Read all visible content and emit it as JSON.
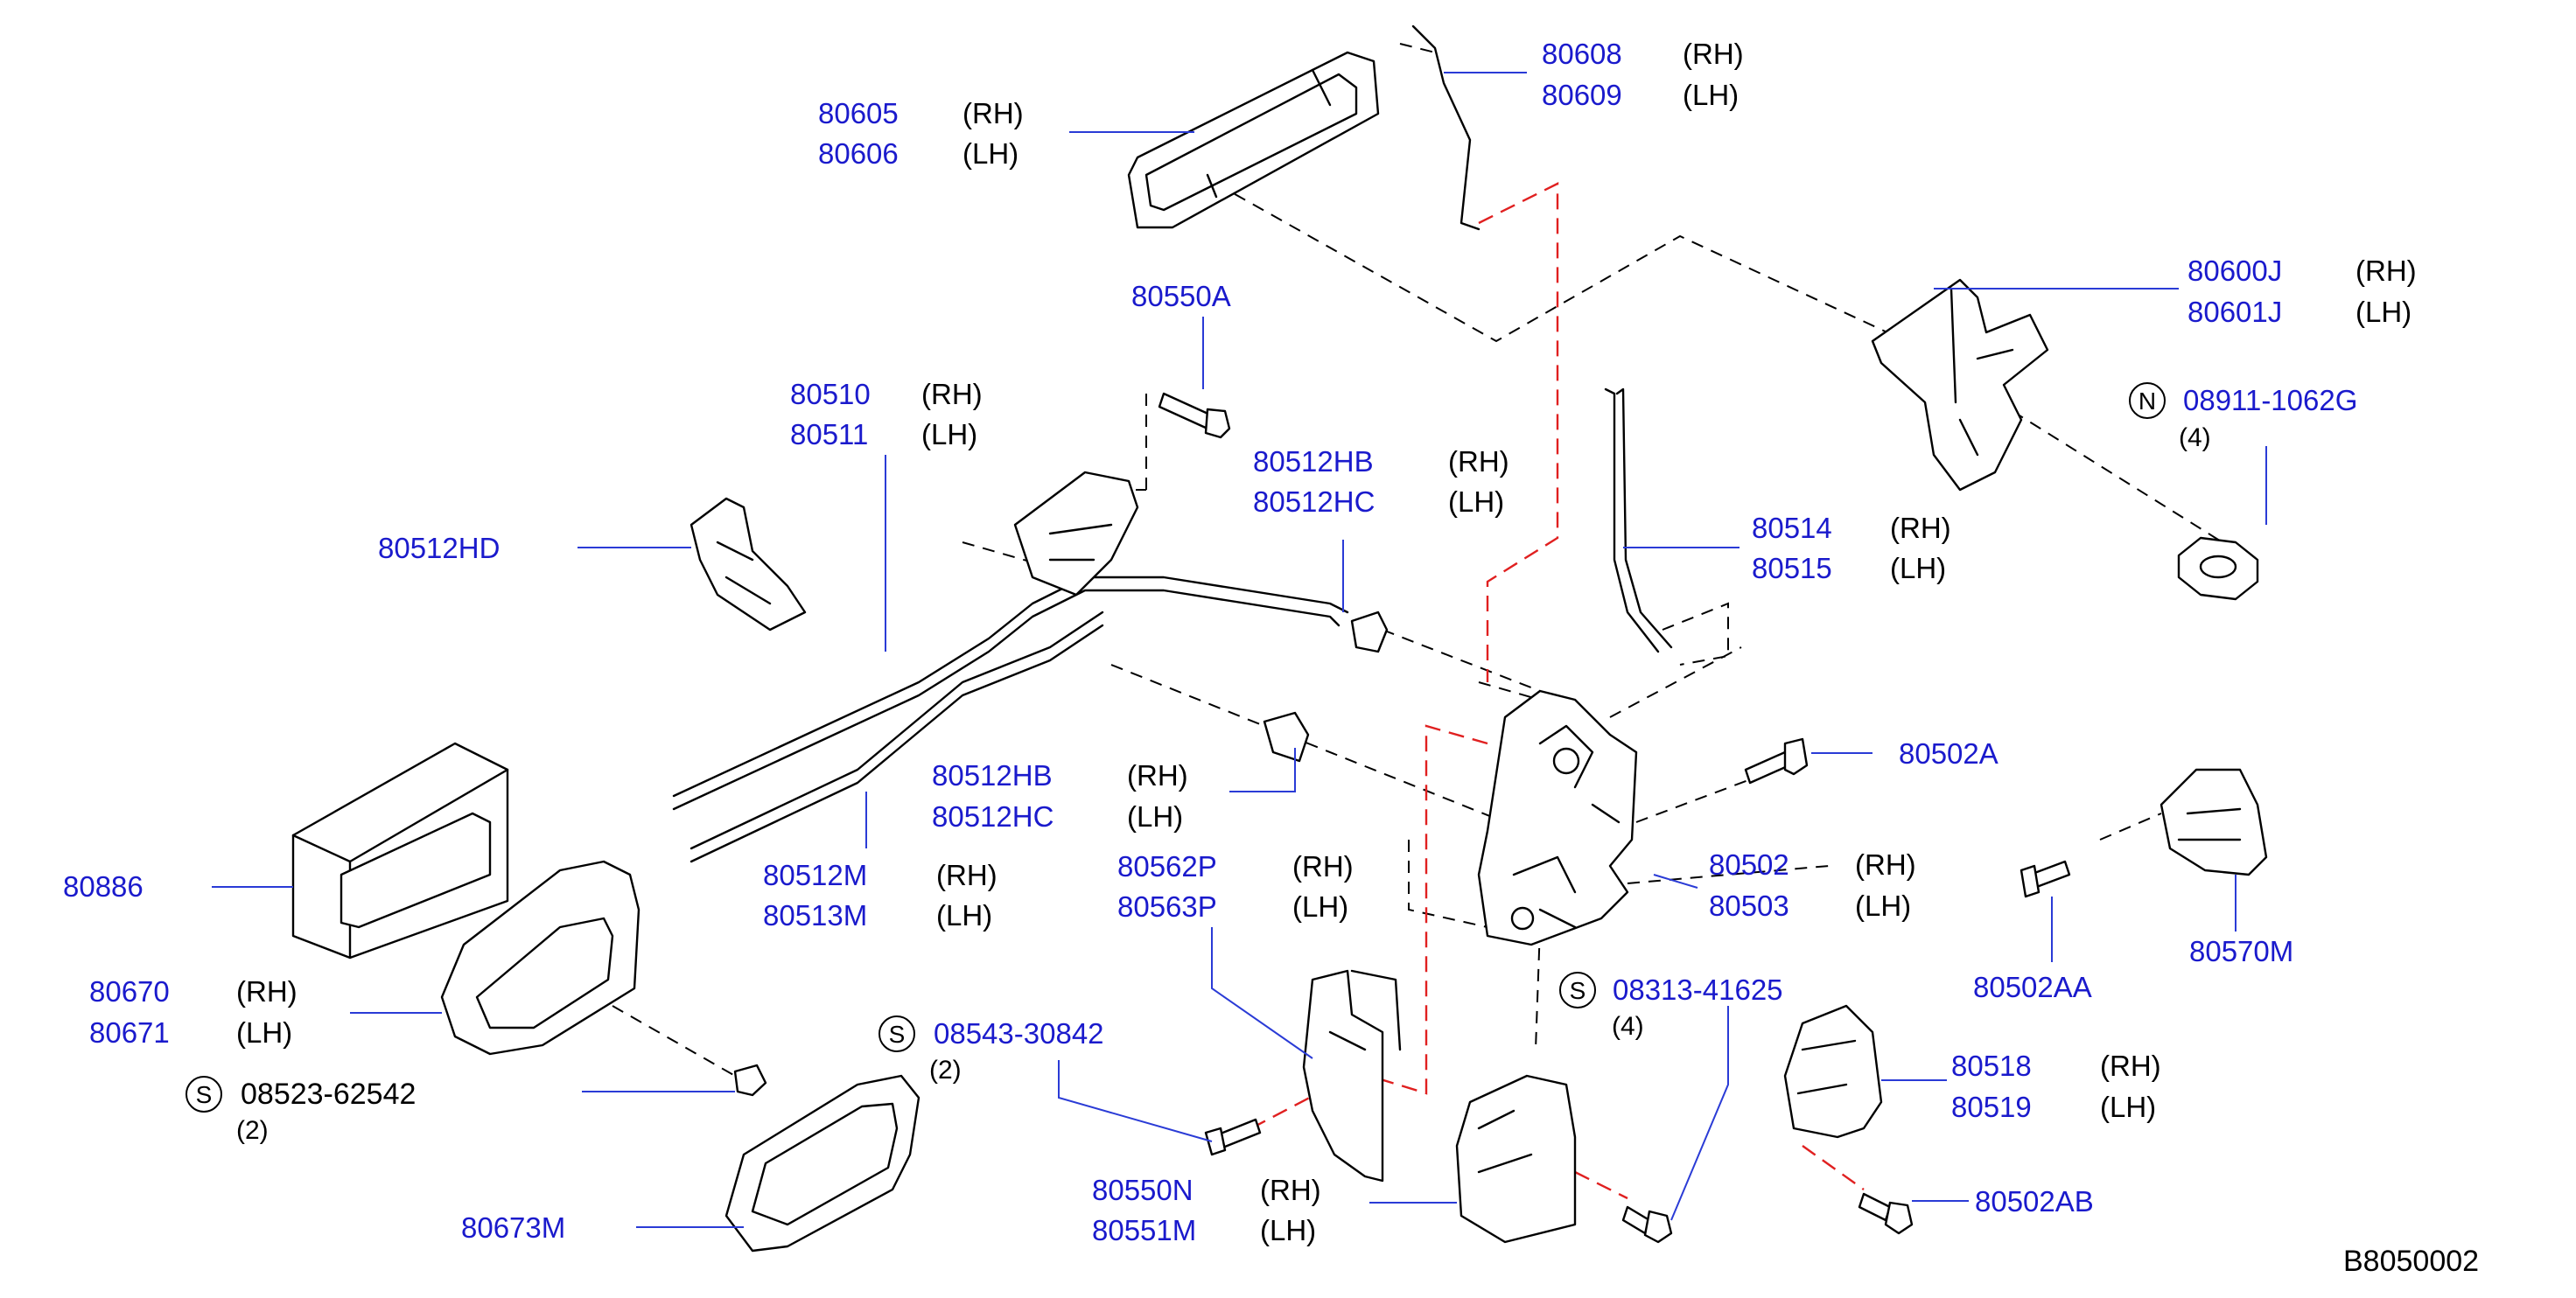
{
  "colors": {
    "part_number": "#1a1acc",
    "leader": "#2a3bd6",
    "line": "#000000",
    "highlight": "#e02020"
  },
  "labels": {
    "p80605": "80605",
    "p80606": "80606",
    "s80605": "(RH)",
    "s80606": "(LH)",
    "p80608": "80608",
    "p80609": "80609",
    "s80608": "(RH)",
    "s80609": "(LH)",
    "p80600j": "80600J",
    "p80601j": "80601J",
    "s80600j": "(RH)",
    "s80601j": "(LH)",
    "sym_n": "N",
    "p08911": "08911-1062G",
    "q08911": "(4)",
    "p80550a": "80550A",
    "p80510": "80510",
    "p80511": "80511",
    "s80510": "(RH)",
    "s80511": "(LH)",
    "p80512hd": "80512HD",
    "p80512hb_a": "80512HB",
    "p80512hc_a": "80512HC",
    "s80512hb_a": "(RH)",
    "s80512hc_a": "(LH)",
    "p80514": "80514",
    "p80515": "80515",
    "s80514": "(RH)",
    "s80515": "(LH)",
    "p80502a": "80502A",
    "p80512hb_b": "80512HB",
    "p80512hc_b": "80512HC",
    "s80512hb_b": "(RH)",
    "s80512hc_b": "(LH)",
    "p80512m": "80512M",
    "p80513m": "80513M",
    "s80512m": "(RH)",
    "s80513m": "(LH)",
    "p80562p": "80562P",
    "p80563p": "80563P",
    "s80562p": "(RH)",
    "s80563p": "(LH)",
    "p80502": "80502",
    "p80503": "80503",
    "s80502": "(RH)",
    "s80503": "(LH)",
    "p80570m": "80570M",
    "p80502aa": "80502AA",
    "p80886": "80886",
    "p80670": "80670",
    "p80671": "80671",
    "s80670": "(RH)",
    "s80671": "(LH)",
    "sym_s1": "S",
    "p08523": "08523-62542",
    "q08523": "(2)",
    "sym_s2": "S",
    "p08543": "08543-30842",
    "q08543": "(2)",
    "sym_s3": "S",
    "p08313": "08313-41625",
    "q08313": "(4)",
    "p80518": "80518",
    "p80519": "80519",
    "s80518": "(RH)",
    "s80519": "(LH)",
    "p80502ab": "80502AB",
    "p80673m": "80673M",
    "p80550n": "80550N",
    "p80551m": "80551M",
    "s80550n": "(RH)",
    "s80551m": "(LH)",
    "ref_code": "B8050002"
  }
}
